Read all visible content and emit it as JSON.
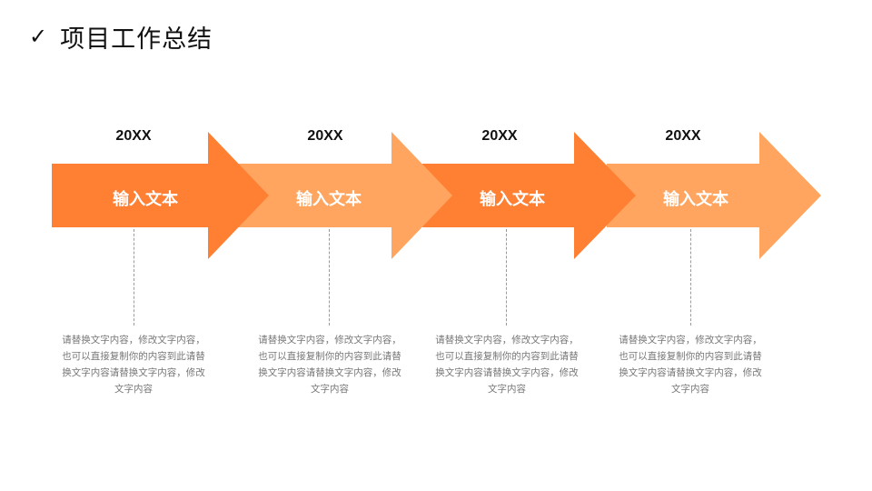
{
  "header": {
    "check_icon": "✓",
    "title": "项目工作总结"
  },
  "colors": {
    "dark_orange": "#FF7F33",
    "light_orange": "#FFA55F",
    "text": "#111111",
    "desc_text": "#777777"
  },
  "steps": [
    {
      "year": "20XX",
      "label": "输入文本",
      "desc_lines": [
        "请替换文字内容，修改文字内容，",
        "也可以直接复制你的内容到此请替",
        "换文字内容请替换文字内容，修改",
        "文字内容"
      ]
    },
    {
      "year": "20XX",
      "label": "输入文本",
      "desc_lines": [
        "请替换文字内容，修改文字内容，",
        "也可以直接复制你的内容到此请替",
        "换文字内容请替换文字内容，修改",
        "文字内容"
      ]
    },
    {
      "year": "20XX",
      "label": "输入文本",
      "desc_lines": [
        "请替换文字内容，修改文字内容，",
        "也可以直接复制你的内容到此请替",
        "换文字内容请替换文字内容，修改",
        "文字内容"
      ]
    },
    {
      "year": "20XX",
      "label": "输入文本",
      "desc_lines": [
        "请替换文字内容，修改文字内容，",
        "也可以直接复制你的内容到此请替",
        "换文字内容请替换文字内容，修改",
        "文字内容"
      ]
    }
  ]
}
